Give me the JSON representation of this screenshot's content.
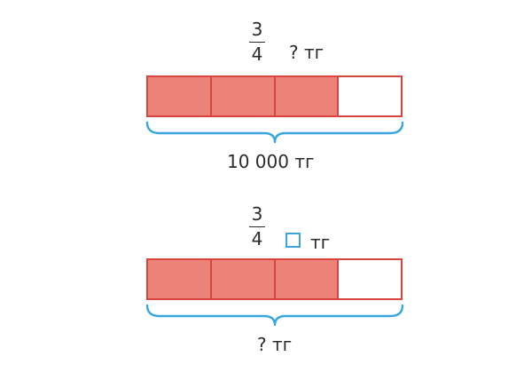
{
  "colors": {
    "filled_segment": "#ec8378",
    "segment_border": "#d8453f",
    "brace": "#3aa6e0",
    "answer_box": "#3aa6e0",
    "text": "#2b2b2b"
  },
  "diagrams": [
    {
      "fraction": {
        "numerator": "3",
        "denominator": "4"
      },
      "part_label": "? тг",
      "total_label": "10 000 тг",
      "segments_total": 4,
      "segments_filled": 3
    },
    {
      "fraction": {
        "numerator": "3",
        "denominator": "4"
      },
      "part_unit": "тг",
      "total_label": "? тг",
      "segments_total": 4,
      "segments_filled": 3
    }
  ]
}
